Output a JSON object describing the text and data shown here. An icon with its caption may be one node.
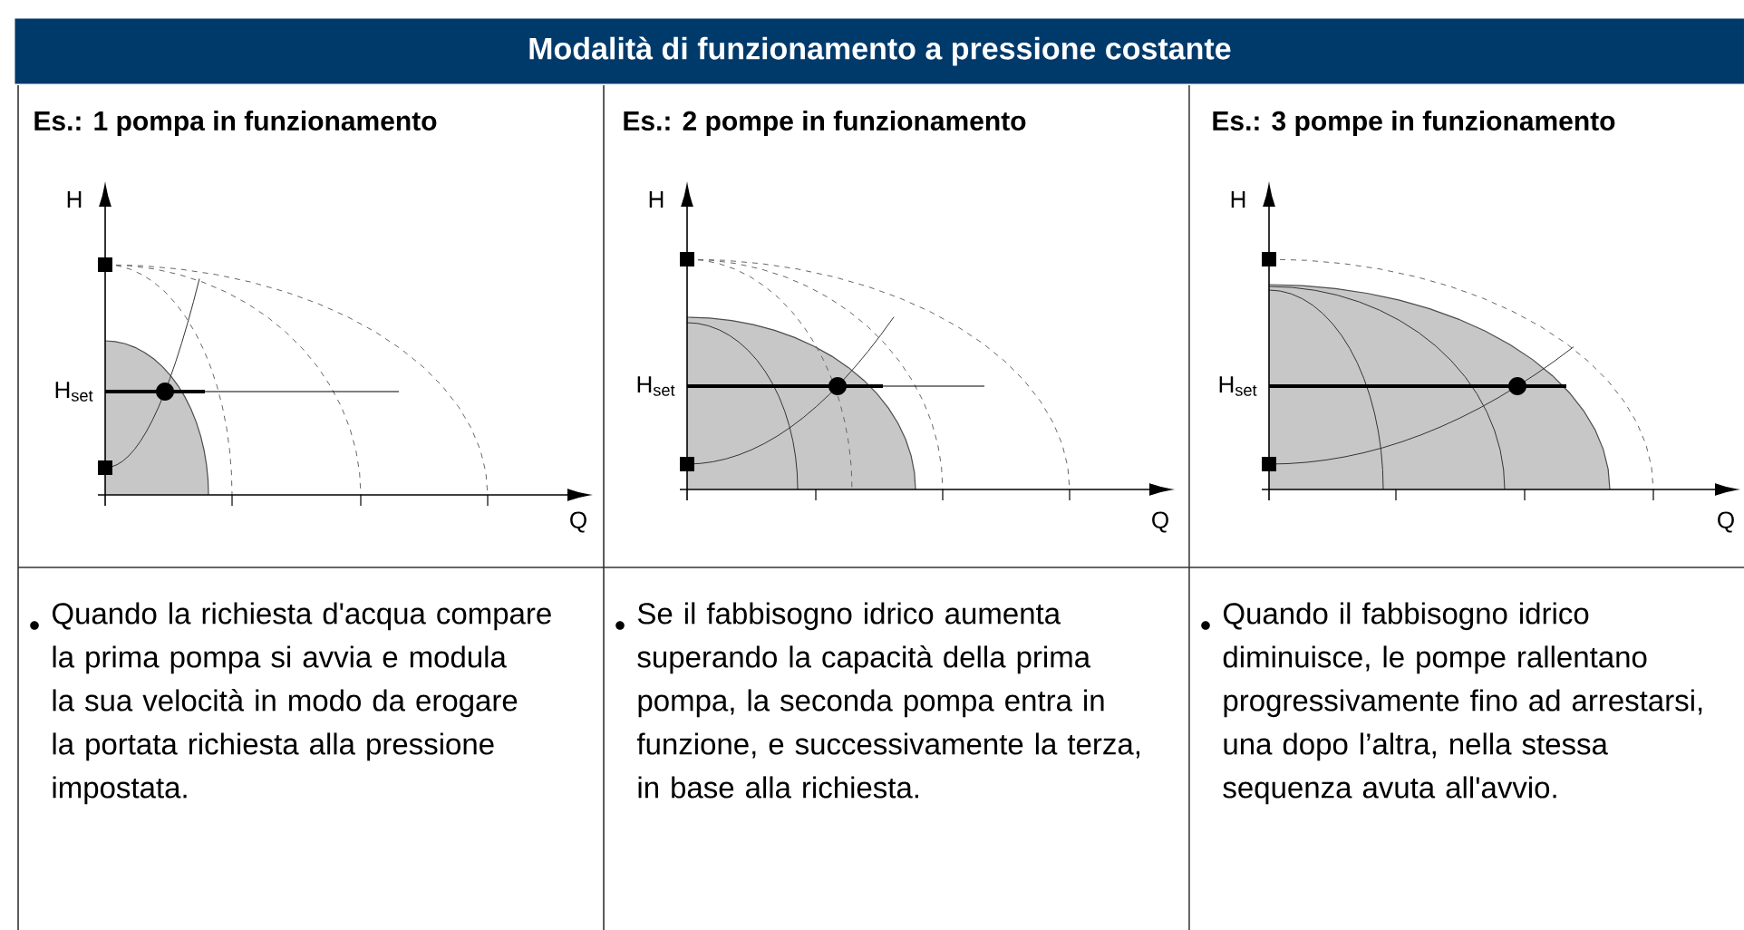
{
  "diagram": {
    "title": "Modalità di funzionamento a pressione costante",
    "labels": [
      "Es.: 1 pompa in funzionamento",
      "Es.: 2 pompe in funzionamento",
      "Es.: 3 pompe in funzionamento",
      "H",
      "H$_{set}$",
      "Q",
      "H",
      "H$_{set}$",
      "Q",
      "H",
      "H$_{set}$",
      "Q",
      "Quando la richiesta d'acqua compare la prima pompa si avvia e modula la sua velocità in modo da erogare la portata richiesta alla pressione impostata.",
      "Se il fabbisogno idrico aumenta superando la capacità della prima pompa, la seconda pompa entra in funzione, e successivamente la terza, in base alla richiesta.",
      "Quando il fabbisogno idrico diminuisce, le pompe rallentano progressivamente fino ad arrestarsi, una dopo l’altra, nella stessa sequenza avuta all'avvio."
    ]
  }
}
